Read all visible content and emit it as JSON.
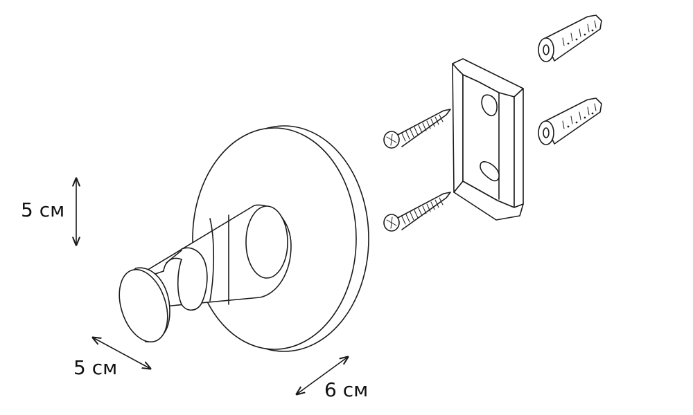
{
  "dimensions": {
    "height_label": "5 см",
    "depth_label": "5 см",
    "width_label": "6 см"
  },
  "colors": {
    "line": "#1a1a1a",
    "background": "#ffffff"
  },
  "icons": {
    "hook": "robe-hook-drawing",
    "bracket": "mounting-bracket-drawing",
    "screw": "screw-drawing",
    "anchor": "wall-plug-drawing"
  }
}
